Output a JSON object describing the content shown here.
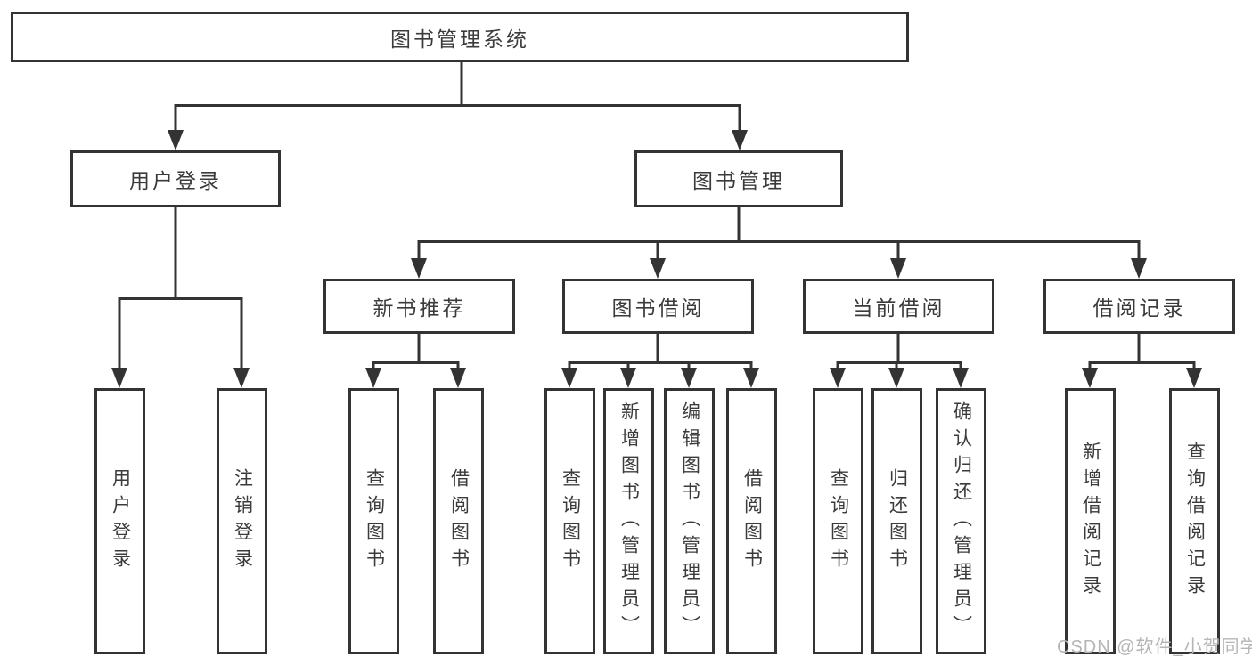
{
  "colors": {
    "line": "#333333",
    "text": "#3b3b3b",
    "watermark": "#b5b5b5",
    "background": "#ffffff"
  },
  "tree": {
    "label": "图书管理系统",
    "children": [
      {
        "label": "用户登录",
        "children": [
          {
            "label": "用户登录"
          },
          {
            "label": "注销登录"
          }
        ]
      },
      {
        "label": "图书管理",
        "children": [
          {
            "label": "新书推荐",
            "children": [
              {
                "label": "查询图书"
              },
              {
                "label": "借阅图书"
              }
            ]
          },
          {
            "label": "图书借阅",
            "children": [
              {
                "label": "查询图书"
              },
              {
                "label": "新增图书（管理员）"
              },
              {
                "label": "编辑图书（管理员）"
              },
              {
                "label": "借阅图书"
              }
            ]
          },
          {
            "label": "当前借阅",
            "children": [
              {
                "label": "查询图书"
              },
              {
                "label": "归还图书"
              },
              {
                "label": "确认归还（管理员）"
              }
            ]
          },
          {
            "label": "借阅记录",
            "children": [
              {
                "label": "新增借阅记录"
              },
              {
                "label": "查询借阅记录"
              }
            ]
          }
        ]
      }
    ]
  },
  "watermark": {
    "text": "CSDN @软件_小贺同学"
  }
}
